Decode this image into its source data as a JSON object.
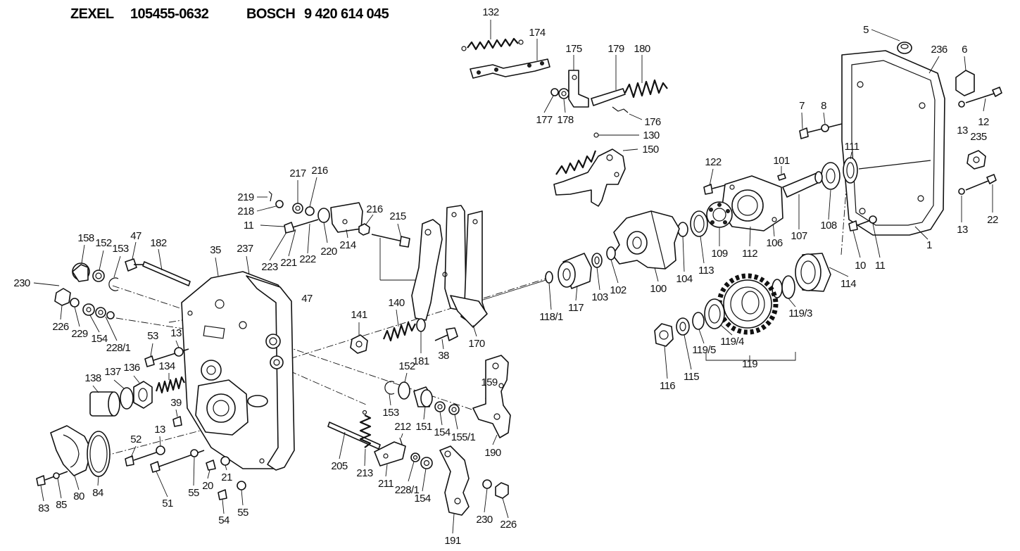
{
  "header": {
    "maker1": "ZEXEL",
    "part1": "105455-0632",
    "maker2": "BOSCH",
    "part2": "9 420 614 045"
  },
  "part_labels": [
    "132",
    "174",
    "175",
    "179",
    "180",
    "177",
    "178",
    "176",
    "130",
    "150",
    "5",
    "236",
    "6",
    "7",
    "8",
    "12",
    "13",
    "235",
    "111",
    "101",
    "122",
    "22",
    "13",
    "1",
    "106",
    "107",
    "108",
    "109",
    "112",
    "113",
    "104",
    "10",
    "11",
    "114",
    "100",
    "102",
    "103",
    "117",
    "118/1",
    "119/3",
    "119/4",
    "119/5",
    "119",
    "116",
    "115",
    "170",
    "216",
    "217",
    "219",
    "218",
    "11",
    "216",
    "215",
    "214",
    "220",
    "222",
    "221",
    "223",
    "35",
    "237",
    "182",
    "47",
    "158",
    "152",
    "153",
    "230",
    "226",
    "229",
    "154",
    "228/1",
    "13",
    "53",
    "47",
    "141",
    "140",
    "181",
    "38",
    "138",
    "137",
    "136",
    "134",
    "39",
    "152",
    "159",
    "153",
    "151",
    "154",
    "155/1",
    "13",
    "52",
    "190",
    "212",
    "205",
    "213",
    "211",
    "228/1",
    "154",
    "20",
    "21",
    "55",
    "51",
    "83",
    "85",
    "80",
    "84",
    "54",
    "55",
    "230",
    "226",
    "191"
  ]
}
